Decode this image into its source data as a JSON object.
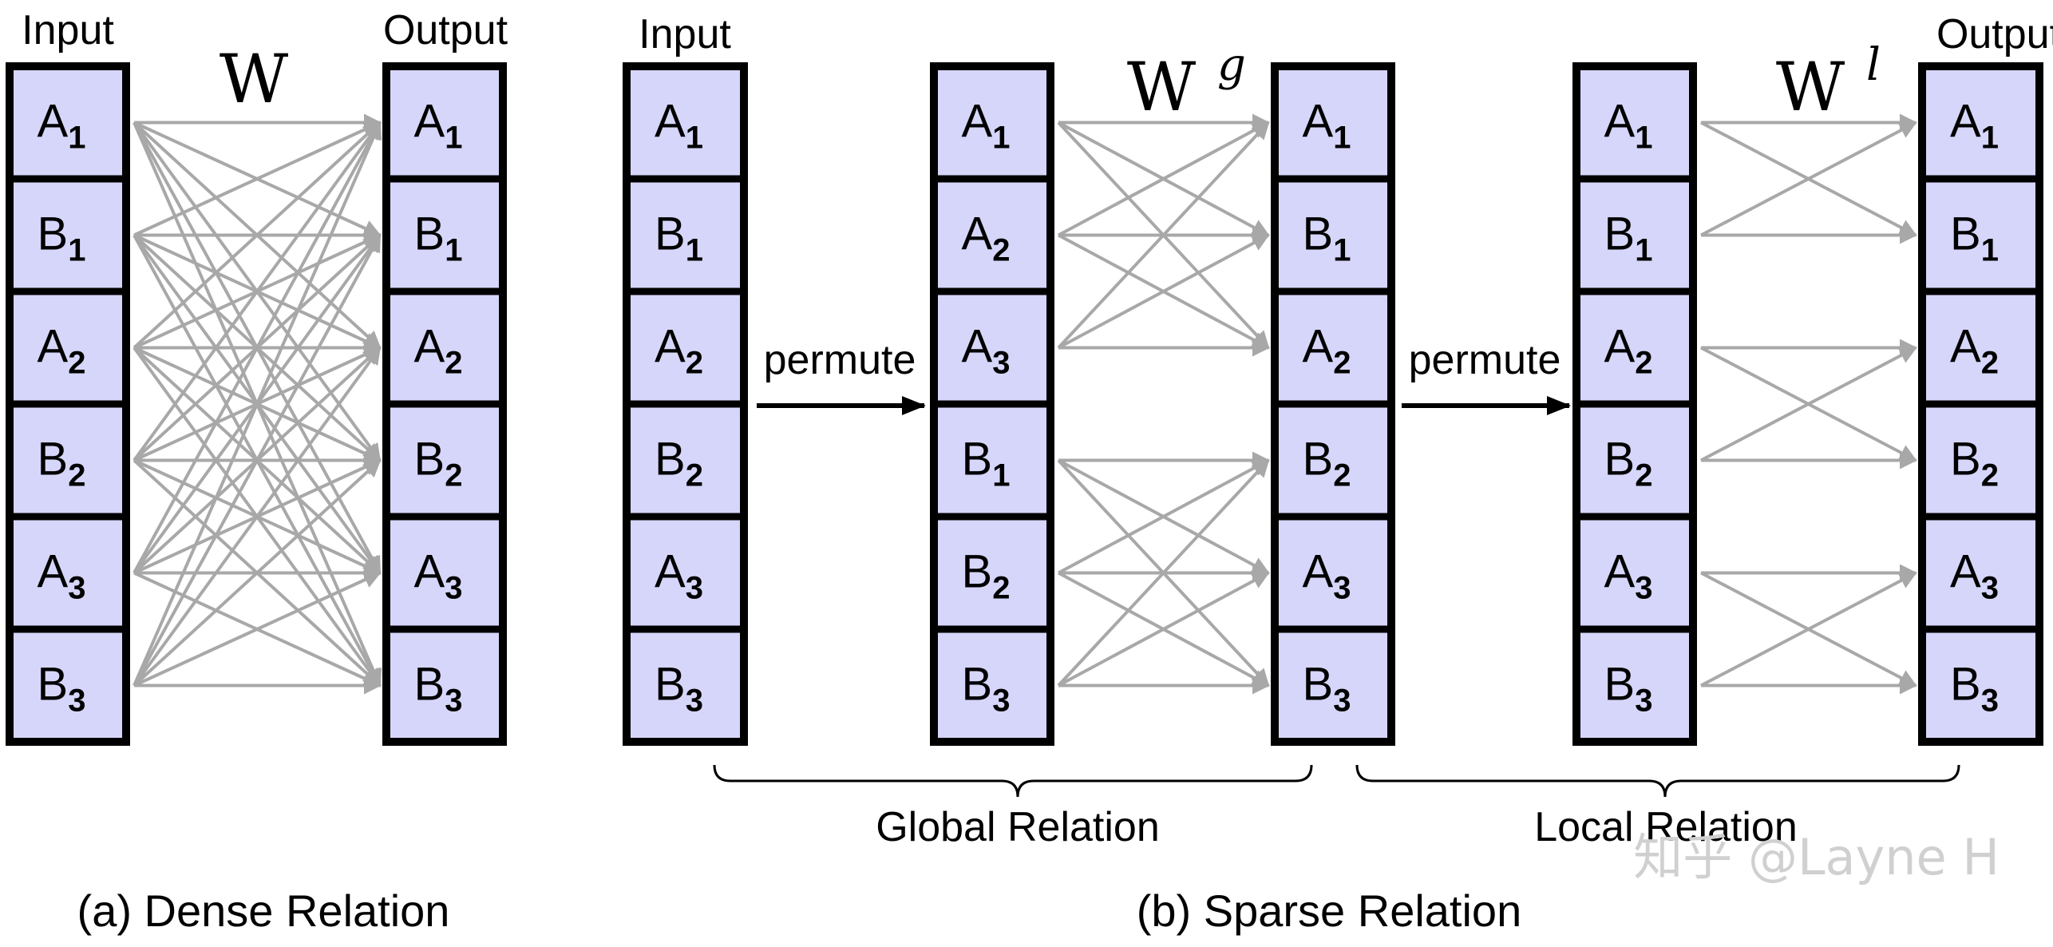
{
  "colors": {
    "cell_fill": "#d6d6fa",
    "cell_stroke": "#000000",
    "connection": "#a8a8a8",
    "permute_arrow": "#000000",
    "watermark": "#cfcfcf"
  },
  "labels": {
    "input": "Input",
    "output": "Output",
    "permute": "permute",
    "w_dense": "W",
    "w_global_base": "W",
    "w_global_sup": "g",
    "w_local_base": "W",
    "w_local_sup": "l",
    "global_relation": "Global Relation",
    "local_relation": "Local Relation",
    "caption_a": "(a) Dense Relation",
    "caption_b": "(b) Sparse Relation",
    "watermark": "知乎 @Layne H"
  },
  "stacks": {
    "default_order": [
      {
        "letter": "A",
        "sub": "1"
      },
      {
        "letter": "B",
        "sub": "1"
      },
      {
        "letter": "A",
        "sub": "2"
      },
      {
        "letter": "B",
        "sub": "2"
      },
      {
        "letter": "A",
        "sub": "3"
      },
      {
        "letter": "B",
        "sub": "3"
      }
    ],
    "grouped_order": [
      {
        "letter": "A",
        "sub": "1"
      },
      {
        "letter": "A",
        "sub": "2"
      },
      {
        "letter": "A",
        "sub": "3"
      },
      {
        "letter": "B",
        "sub": "1"
      },
      {
        "letter": "B",
        "sub": "2"
      },
      {
        "letter": "B",
        "sub": "3"
      }
    ]
  },
  "connections": {
    "dense": "all-to-all",
    "global_groups": [
      [
        0,
        1,
        2
      ],
      [
        3,
        4,
        5
      ]
    ],
    "local_groups": [
      [
        0,
        1
      ],
      [
        2,
        3
      ],
      [
        4,
        5
      ]
    ]
  }
}
